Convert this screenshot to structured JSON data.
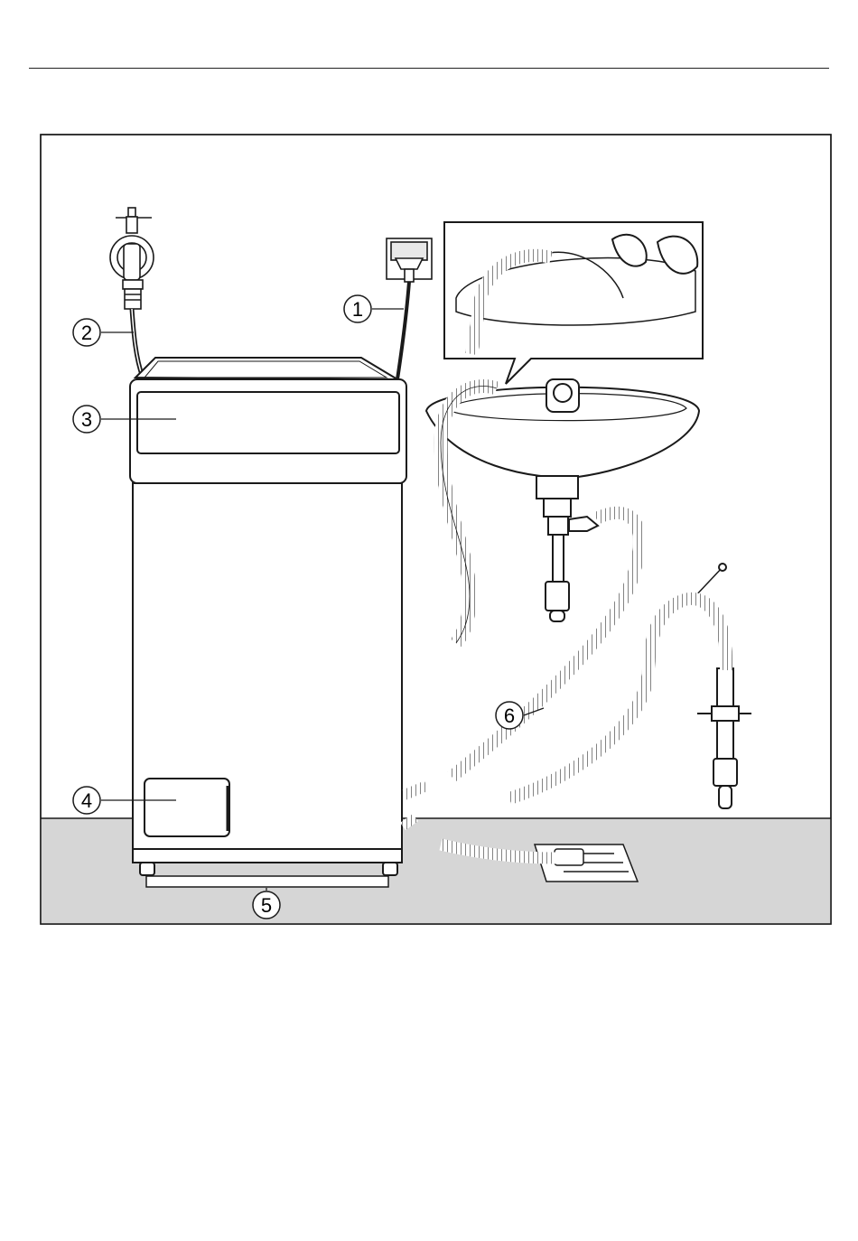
{
  "callouts": [
    {
      "id": "1",
      "text": "1"
    },
    {
      "id": "2",
      "text": "2"
    },
    {
      "id": "3",
      "text": "3"
    },
    {
      "id": "4",
      "text": "4"
    },
    {
      "id": "5",
      "text": "5"
    },
    {
      "id": "6",
      "text": "6"
    }
  ],
  "colors": {
    "floor": "#d6d6d6",
    "line": "#1a1a1a",
    "paper": "#ffffff"
  }
}
